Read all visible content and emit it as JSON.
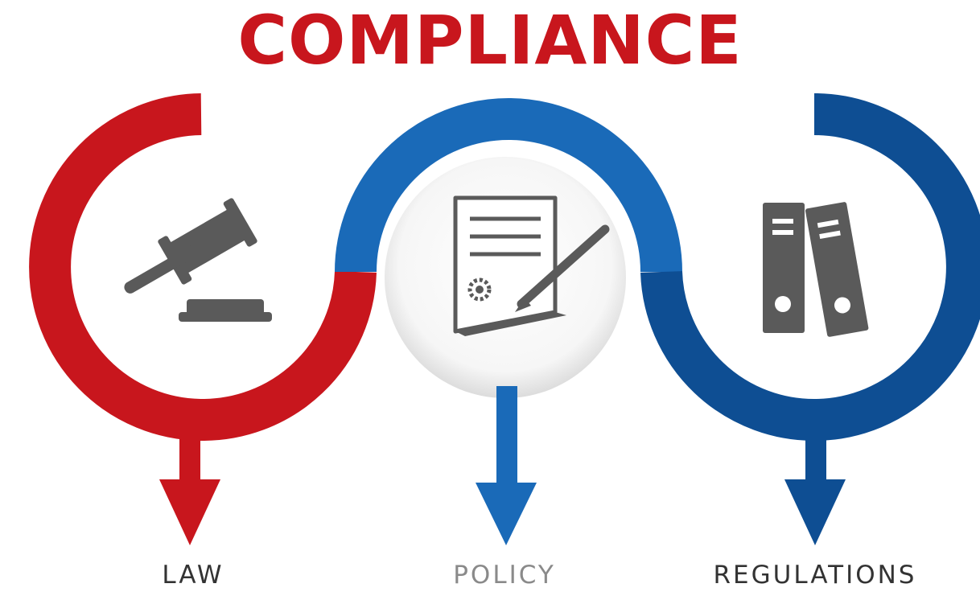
{
  "title": "COMPLIANCE",
  "items": [
    {
      "label": "LAW",
      "icon": "gavel-icon",
      "color": "#c8161d"
    },
    {
      "label": "POLICY",
      "icon": "signed-document-icon",
      "color": "#1a6ab8"
    },
    {
      "label": "REGULATIONS",
      "icon": "binders-icon",
      "color": "#0e4e93"
    }
  ],
  "colors": {
    "title": "#c8161d",
    "law_red": "#c8161d",
    "policy_blue": "#1a6ab8",
    "regulations_blue": "#0e4e93",
    "icon_gray": "#5a5a5a",
    "law_label": "#333333",
    "policy_label": "#8a8a8a",
    "regulations_label": "#333333"
  }
}
